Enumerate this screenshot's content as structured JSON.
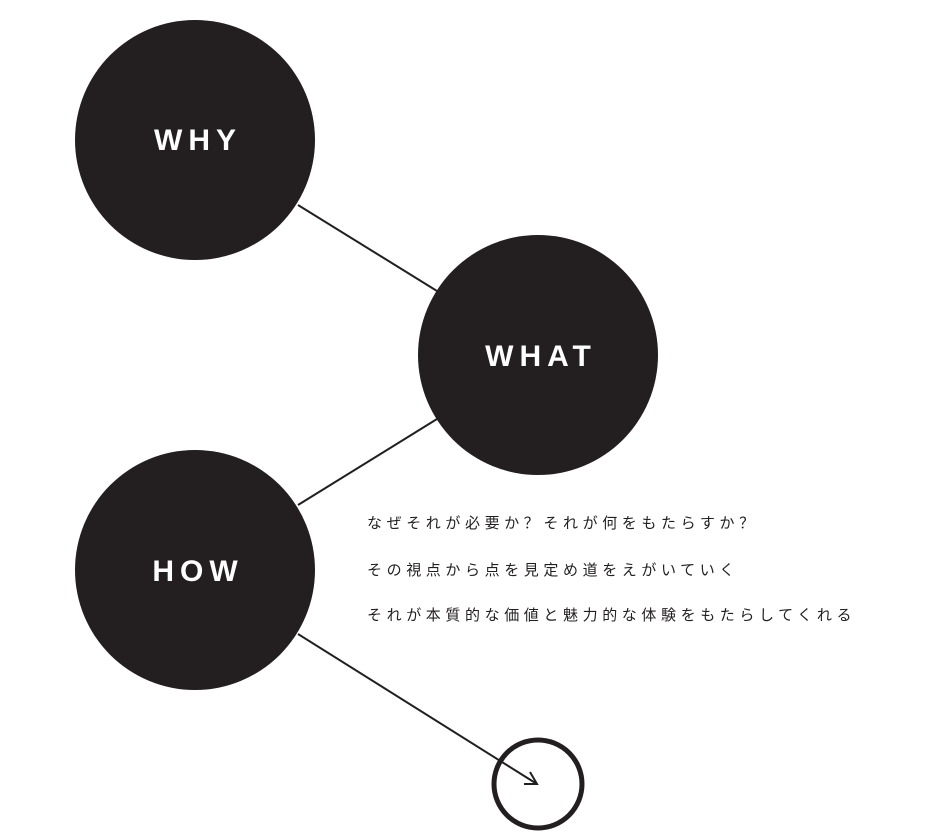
{
  "nodes": [
    {
      "id": "why",
      "label": "WHY"
    },
    {
      "id": "what",
      "label": "WHAT"
    },
    {
      "id": "how",
      "label": "HOW"
    }
  ],
  "description": [
    "なぜそれが必要か？それが何をもたらすか？",
    "その視点から点を見定め道をえがいていく",
    "それが本質的な価値と魅力的な体験をもたらしてくれる"
  ],
  "colors": {
    "circle": "#231f20",
    "line": "#231f20",
    "label": "#ffffff",
    "background": "#ffffff"
  },
  "icons": {
    "end": "arrow-circle-icon"
  }
}
